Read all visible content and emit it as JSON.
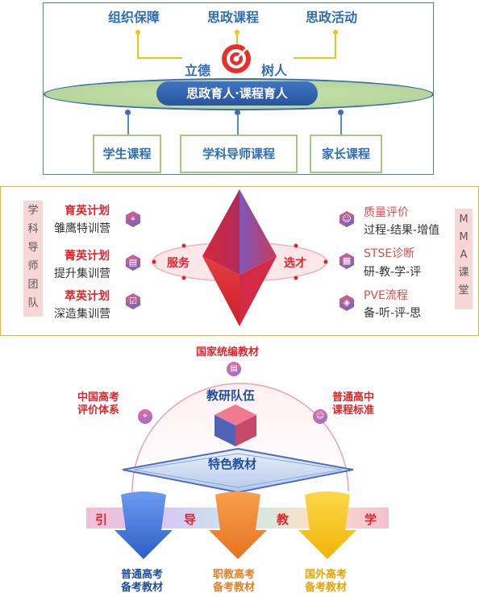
{
  "section1": {
    "top_labels": [
      "组织保障",
      "思政课程",
      "思政活动"
    ],
    "left_word": "立德",
    "right_word": "树人",
    "center_label": "思政育人·课程育人",
    "courses": [
      "学生课程",
      "学科导师课程",
      "家长课程"
    ],
    "target_icon": "target-icon"
  },
  "section2": {
    "left_panel": [
      "学",
      "科",
      "导",
      "师",
      "团",
      "队"
    ],
    "right_panel": [
      "M",
      "M",
      "A",
      "课",
      "堂"
    ],
    "left_programs": [
      {
        "title": "育英计划",
        "sub": "雏鹰特训营",
        "icon": "location-icon"
      },
      {
        "title": "菁英计划",
        "sub": "提升集训营",
        "icon": "document-icon"
      },
      {
        "title": "萃英计划",
        "sub": "深造集训营",
        "icon": "checklist-icon"
      }
    ],
    "right_programs": [
      {
        "title": "质量评价",
        "sub": "过程-结果-增值",
        "icon": "people-icon"
      },
      {
        "title": "STSE诊断",
        "sub": "研-教-学-评",
        "icon": "clipboard-icon"
      },
      {
        "title": "PVE流程",
        "sub": "备-听-评-思",
        "icon": "box-icon"
      }
    ],
    "service_left": "服务",
    "service_right": "选才",
    "colors": {
      "accent_red": "#e0242b",
      "panel_pink": "#f8d6d6",
      "border_gold": "#f1b21b"
    }
  },
  "section3": {
    "top_label": "国家统编教材",
    "left_label": [
      "中国高考",
      "评价体系"
    ],
    "right_label": [
      "普通高中",
      "课程标准"
    ],
    "team_label": "教研队伍",
    "special_label": "特色教材",
    "guide_chars": [
      "引",
      "导",
      "教",
      "学"
    ],
    "bottom_labels": [
      {
        "lines": [
          "普通高考",
          "备考教材"
        ],
        "color": "#1f4f9c"
      },
      {
        "lines": [
          "职教高考",
          "备考教材"
        ],
        "color": "#e67e22"
      },
      {
        "lines": [
          "国外高考",
          "备考教材"
        ],
        "color": "#e6a400"
      }
    ]
  }
}
